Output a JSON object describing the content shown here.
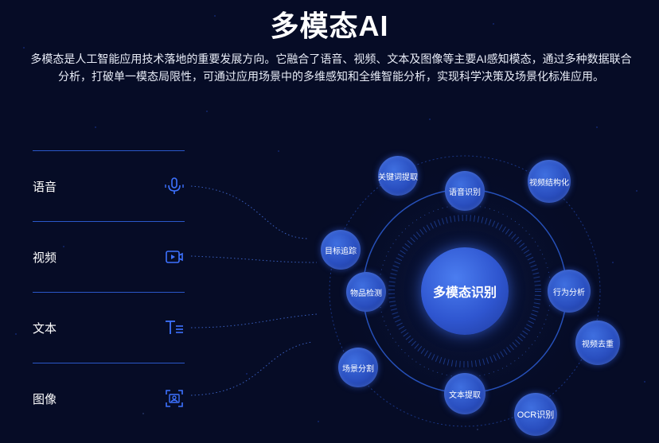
{
  "title": "多模态AI",
  "description": "多模态是人工智能应用技术落地的重要发展方向。它融合了语音、视频、文本及图像等主要AI感知模态，通过多种数据联合分析，打破单一模态局限性，可通过应用场景中的多维感知和全维智能分析，实现科学决策及场景化标准应用。",
  "modalities": [
    {
      "label": "语音",
      "icon": "microphone-icon"
    },
    {
      "label": "视频",
      "icon": "video-icon"
    },
    {
      "label": "文本",
      "icon": "text-icon"
    },
    {
      "label": "图像",
      "icon": "image-icon"
    }
  ],
  "center_label": "多模态识别",
  "nodes": [
    {
      "label": "关键词提取"
    },
    {
      "label": "语音识别"
    },
    {
      "label": "视频结构化"
    },
    {
      "label": "目标追踪"
    },
    {
      "label": "物品检测"
    },
    {
      "label": "行为分析"
    },
    {
      "label": "视频去重"
    },
    {
      "label": "场景分割"
    },
    {
      "label": "文本提取"
    },
    {
      "label": "OCR识别"
    }
  ],
  "colors": {
    "background": "#060c26",
    "accent": "#2a58c9",
    "icon": "#3d72ff",
    "node": "#2a4fc0"
  }
}
